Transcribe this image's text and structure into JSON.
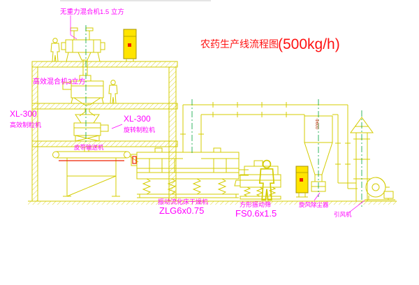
{
  "title": {
    "name": "农药生产线流程图",
    "capacity": "(500kg/h)"
  },
  "labels": {
    "gravity_mixer": "无重力混合机1.5 立方",
    "high_efficiency_mixer": "高效混合机3立方",
    "granulator_model": "XL-300",
    "granulator_name": "高效制粒机",
    "rotary_granulator_model": "XL-300",
    "rotary_granulator_name": "旋转制粒机",
    "belt_conveyor": "皮带输送机",
    "dryer_name": "振动流化床干燥机",
    "dryer_model": "ZLG6x0.75",
    "sieve_name": "方形振动筛",
    "sieve_model": "FS0.6x1.5",
    "cyclone": "旋风除尘器",
    "fan": "引风机",
    "duct_diameter": "Φ600"
  },
  "colors": {
    "line": "#d4cc00",
    "label": "#ff00ff",
    "title": "#ff1111",
    "green": "#00a33a",
    "red": "#ee2200",
    "panelfill": "#ffe400",
    "panelstroke": "#a59400"
  }
}
